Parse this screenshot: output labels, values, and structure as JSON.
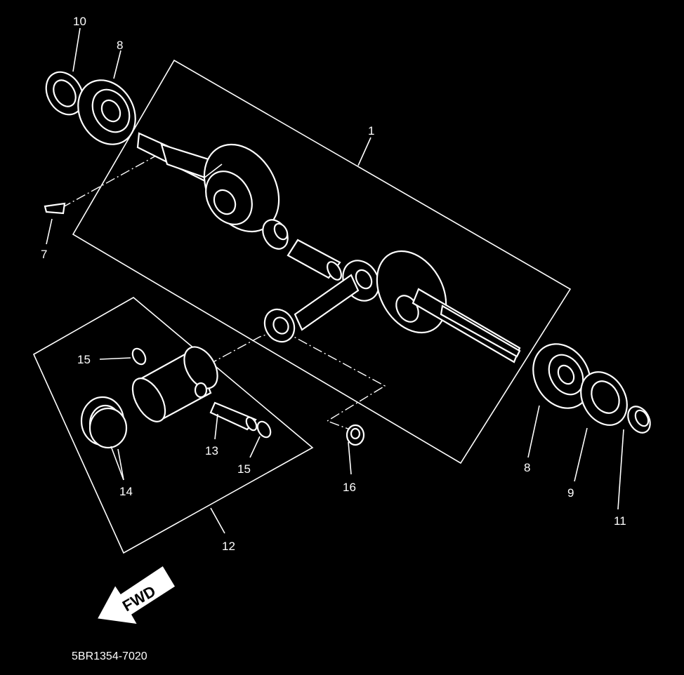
{
  "labels": {
    "l1": "1",
    "l7": "7",
    "l8a": "8",
    "l8b": "8",
    "l9": "9",
    "l10": "10",
    "l11": "11",
    "l12": "12",
    "l13": "13",
    "l14": "14",
    "l15a": "15",
    "l15b": "15",
    "l16": "16"
  },
  "fwd_label": "FWD",
  "diagram_code": "5BR1354-7020",
  "colors": {
    "background": "#000000",
    "line": "#ffffff"
  }
}
